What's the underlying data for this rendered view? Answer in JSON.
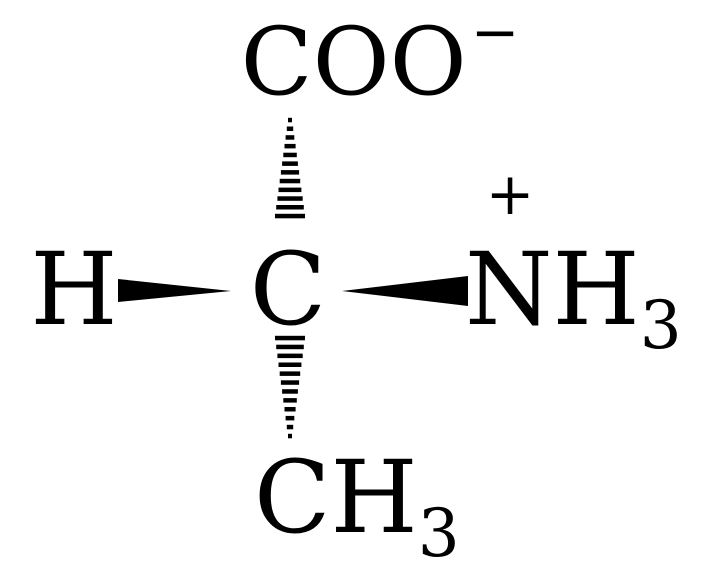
{
  "molecule": {
    "top_group": {
      "main": "COO",
      "charge": "−"
    },
    "center_atom": "C",
    "left_group": "H",
    "right_group": {
      "main": "NH",
      "subscript": "3",
      "charge": "+"
    },
    "bottom_group": {
      "main": "CH",
      "subscript": "3"
    },
    "bonds": {
      "top": "hashed-wedge",
      "bottom": "hashed-wedge",
      "left": "solid-wedge",
      "right": "solid-wedge"
    }
  },
  "colors": {
    "ink": "#000000",
    "highlight": "#cc0a72",
    "background": "#ffffff"
  }
}
